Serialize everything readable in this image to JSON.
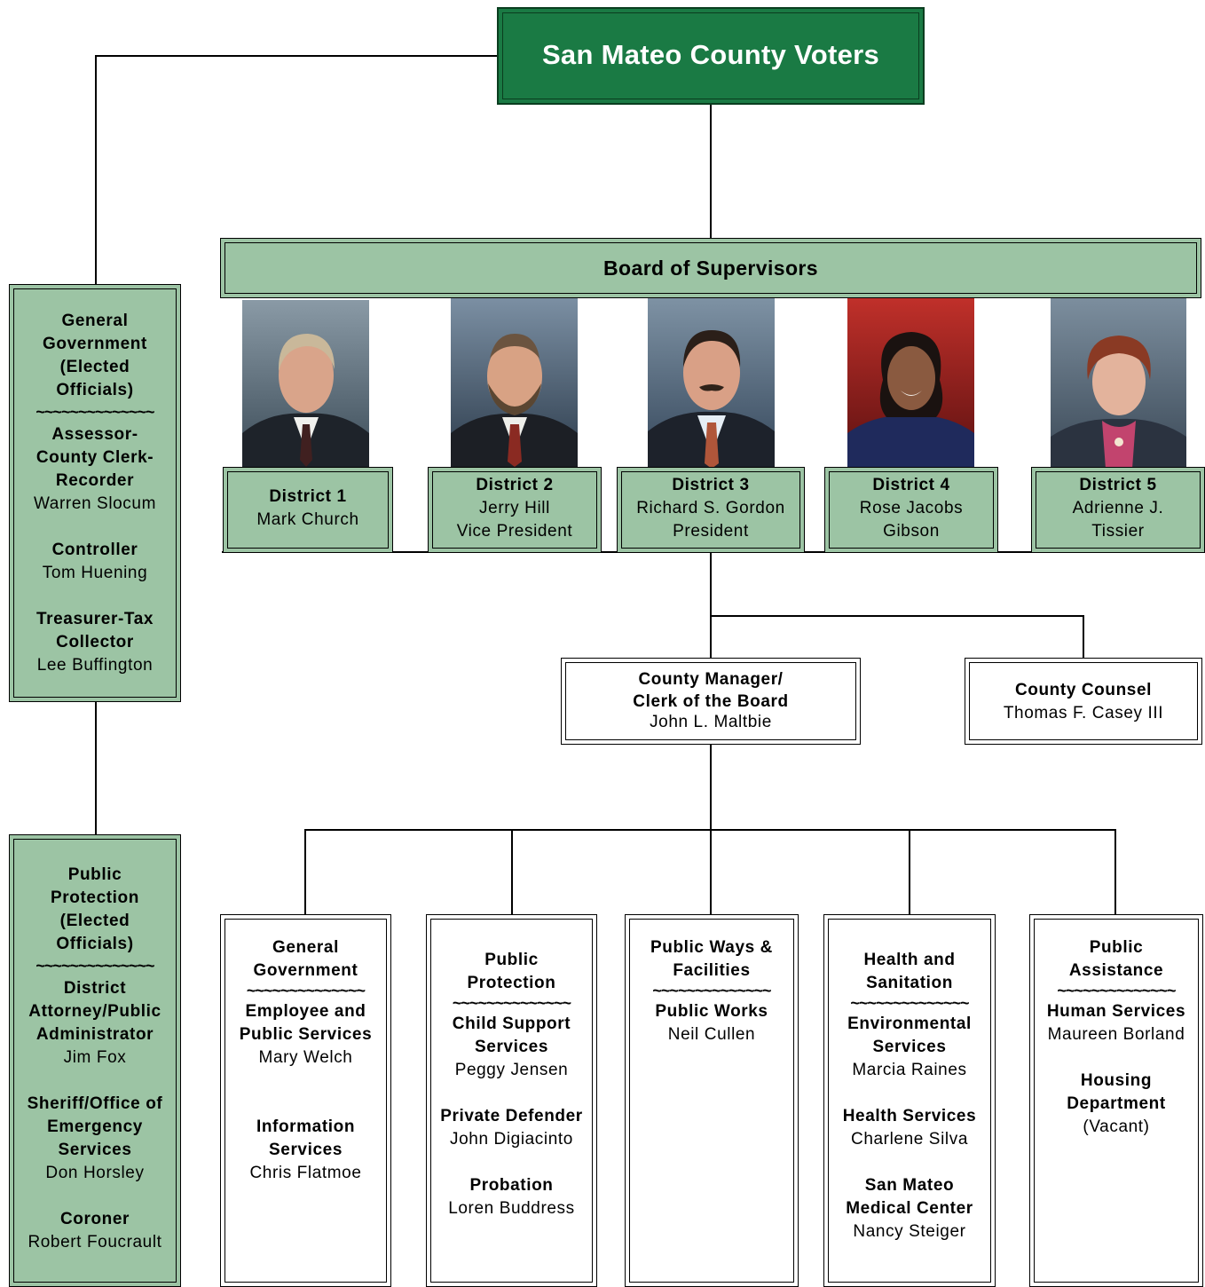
{
  "top": {
    "title": "San Mateo County Voters"
  },
  "board": {
    "title": "Board of Supervisors"
  },
  "districts": [
    {
      "label": "District 1",
      "name": "Mark Church",
      "role": ""
    },
    {
      "label": "District 2",
      "name": "Jerry Hill",
      "role": "Vice President"
    },
    {
      "label": "District 3",
      "name": "Richard S. Gordon",
      "role": "President"
    },
    {
      "label": "District 4",
      "name": "Rose Jacobs",
      "role": "Gibson"
    },
    {
      "label": "District 5",
      "name": "Adrienne J.",
      "role": "Tissier"
    }
  ],
  "manager": {
    "title1": "County Manager/",
    "title2": "Clerk of the Board",
    "name": "John L. Maltbie"
  },
  "counsel": {
    "title": "County Counsel",
    "name": "Thomas F. Casey III"
  },
  "separator": "~~~~~~~~~~~~~~",
  "left_general": {
    "heading": [
      "General",
      "Government",
      "(Elected",
      "Officials)"
    ],
    "items": [
      {
        "title": [
          "Assessor-",
          "County Clerk-",
          "Recorder"
        ],
        "name": "Warren Slocum"
      },
      {
        "title": [
          "Controller"
        ],
        "name": "Tom Huening"
      },
      {
        "title": [
          "Treasurer-Tax",
          "Collector"
        ],
        "name": "Lee Buffington"
      }
    ]
  },
  "left_protection": {
    "heading": [
      "Public",
      "Protection",
      "(Elected",
      "Officials)"
    ],
    "items": [
      {
        "title": [
          "District",
          "Attorney/Public",
          "Administrator"
        ],
        "name": "Jim Fox"
      },
      {
        "title": [
          "Sheriff/Office of",
          "Emergency",
          "Services"
        ],
        "name": "Don Horsley"
      },
      {
        "title": [
          "Coroner"
        ],
        "name": "Robert Foucrault"
      }
    ]
  },
  "departments": [
    {
      "heading": [
        "General",
        "Government"
      ],
      "items": [
        {
          "title": [
            "Employee and",
            "Public Services"
          ],
          "name": "Mary Welch"
        },
        {
          "title": [
            "Information",
            "Services"
          ],
          "name": "Chris Flatmoe"
        }
      ]
    },
    {
      "heading": [
        "Public",
        "Protection"
      ],
      "items": [
        {
          "title": [
            "Child Support",
            "Services"
          ],
          "name": "Peggy Jensen"
        },
        {
          "title": [
            "Private Defender"
          ],
          "name": "John Digiacinto"
        },
        {
          "title": [
            "Probation"
          ],
          "name": "Loren Buddress"
        }
      ]
    },
    {
      "heading": [
        "Public Ways &",
        "Facilities"
      ],
      "items": [
        {
          "title": [
            "Public Works"
          ],
          "name": "Neil Cullen"
        }
      ]
    },
    {
      "heading": [
        "Health and",
        "Sanitation"
      ],
      "items": [
        {
          "title": [
            "Environmental",
            "Services"
          ],
          "name": "Marcia Raines"
        },
        {
          "title": [
            "Health Services"
          ],
          "name": "Charlene  Silva"
        },
        {
          "title": [
            "San Mateo",
            "Medical Center"
          ],
          "name": "Nancy Steiger"
        }
      ]
    },
    {
      "heading": [
        "Public",
        "Assistance"
      ],
      "items": [
        {
          "title": [
            "Human Services"
          ],
          "name": "Maureen Borland"
        },
        {
          "title": [
            "Housing",
            "Department"
          ],
          "name": "(Vacant)"
        }
      ]
    }
  ]
}
